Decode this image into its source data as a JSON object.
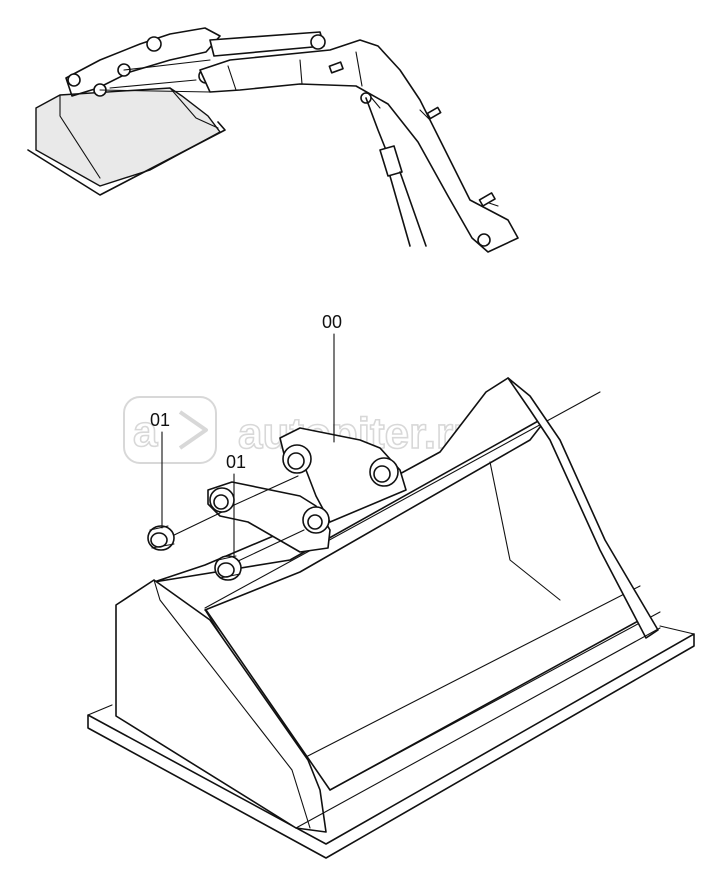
{
  "callouts": {
    "assembly": "00",
    "bushing_upper": "01",
    "bushing_lower": "01"
  },
  "watermark": {
    "text": "autopiter.ru",
    "color": "#d8d8d8"
  },
  "colors": {
    "line": "#111111",
    "background": "#ffffff"
  }
}
